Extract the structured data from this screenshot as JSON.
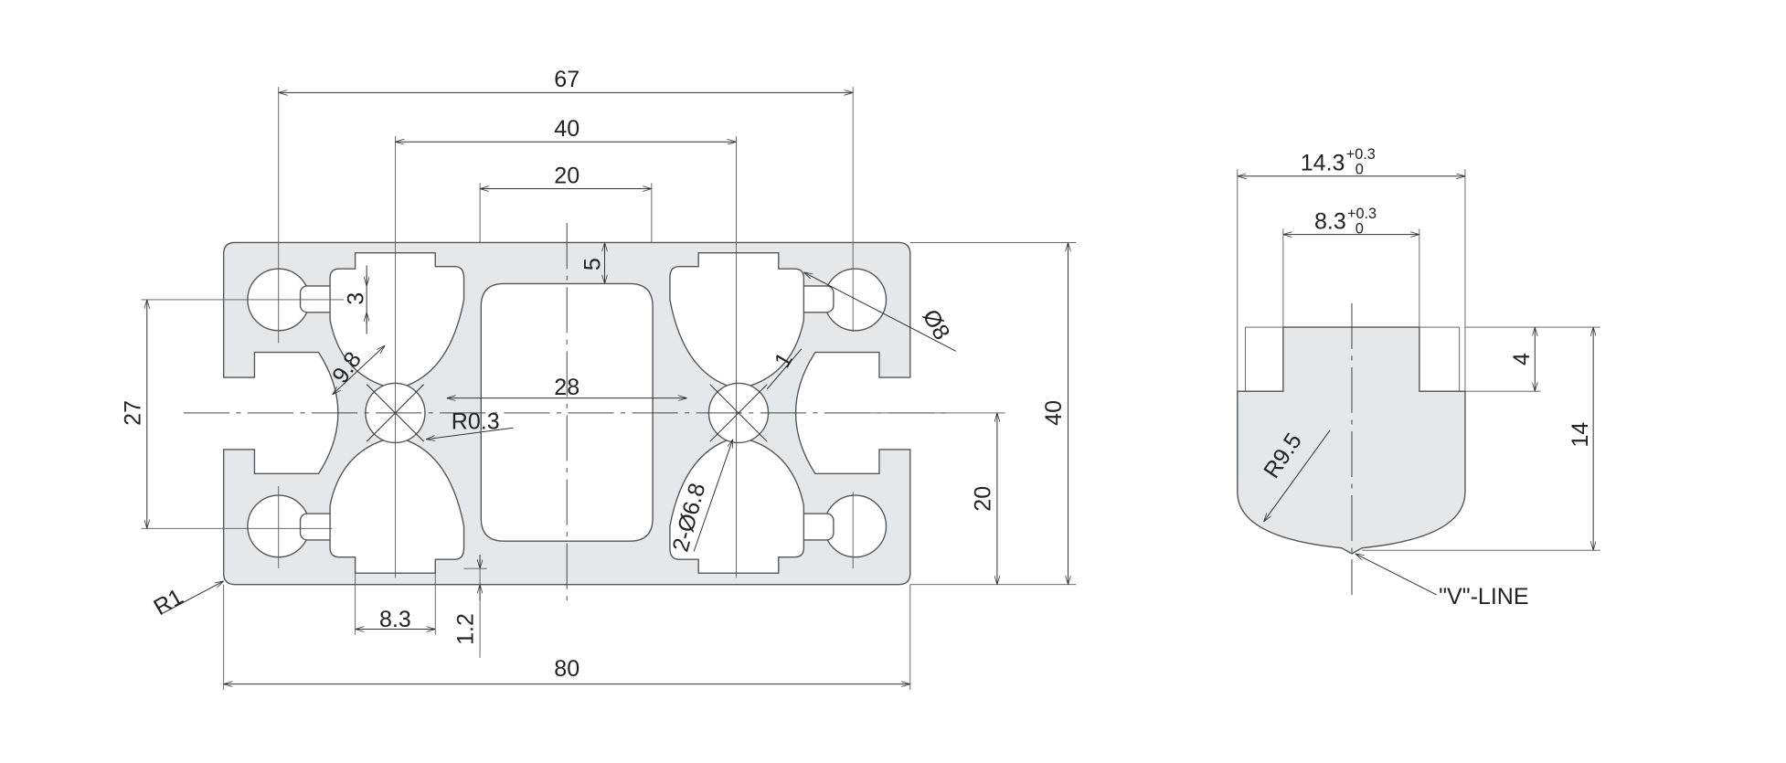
{
  "colors": {
    "part_fill": "#e6e7e8",
    "line": "#333333"
  },
  "profile": {
    "dims": {
      "d67": "67",
      "d40_top": "40",
      "d20_top": "20",
      "d5": "5",
      "d3": "3",
      "d27": "27",
      "d40_right": "40",
      "d20_right": "20",
      "d28": "28",
      "d80": "80",
      "d8_3": "8.3",
      "d1_2": "1.2",
      "r1": "R1",
      "phi8": "Ø8",
      "d9_8": "9.8",
      "r0_3": "R0.3",
      "phi6_8": "2-Ø6.8",
      "d1": "1"
    }
  },
  "nut": {
    "width": {
      "value": "14.3",
      "tol_upper": "+0.3",
      "tol_lower": "0"
    },
    "inner_width": {
      "value": "8.3",
      "tol_upper": "+0.3",
      "tol_lower": "0"
    },
    "d4": "4",
    "d14": "14",
    "r9_5": "R9.5",
    "v_line": "\"V\"-LINE"
  }
}
